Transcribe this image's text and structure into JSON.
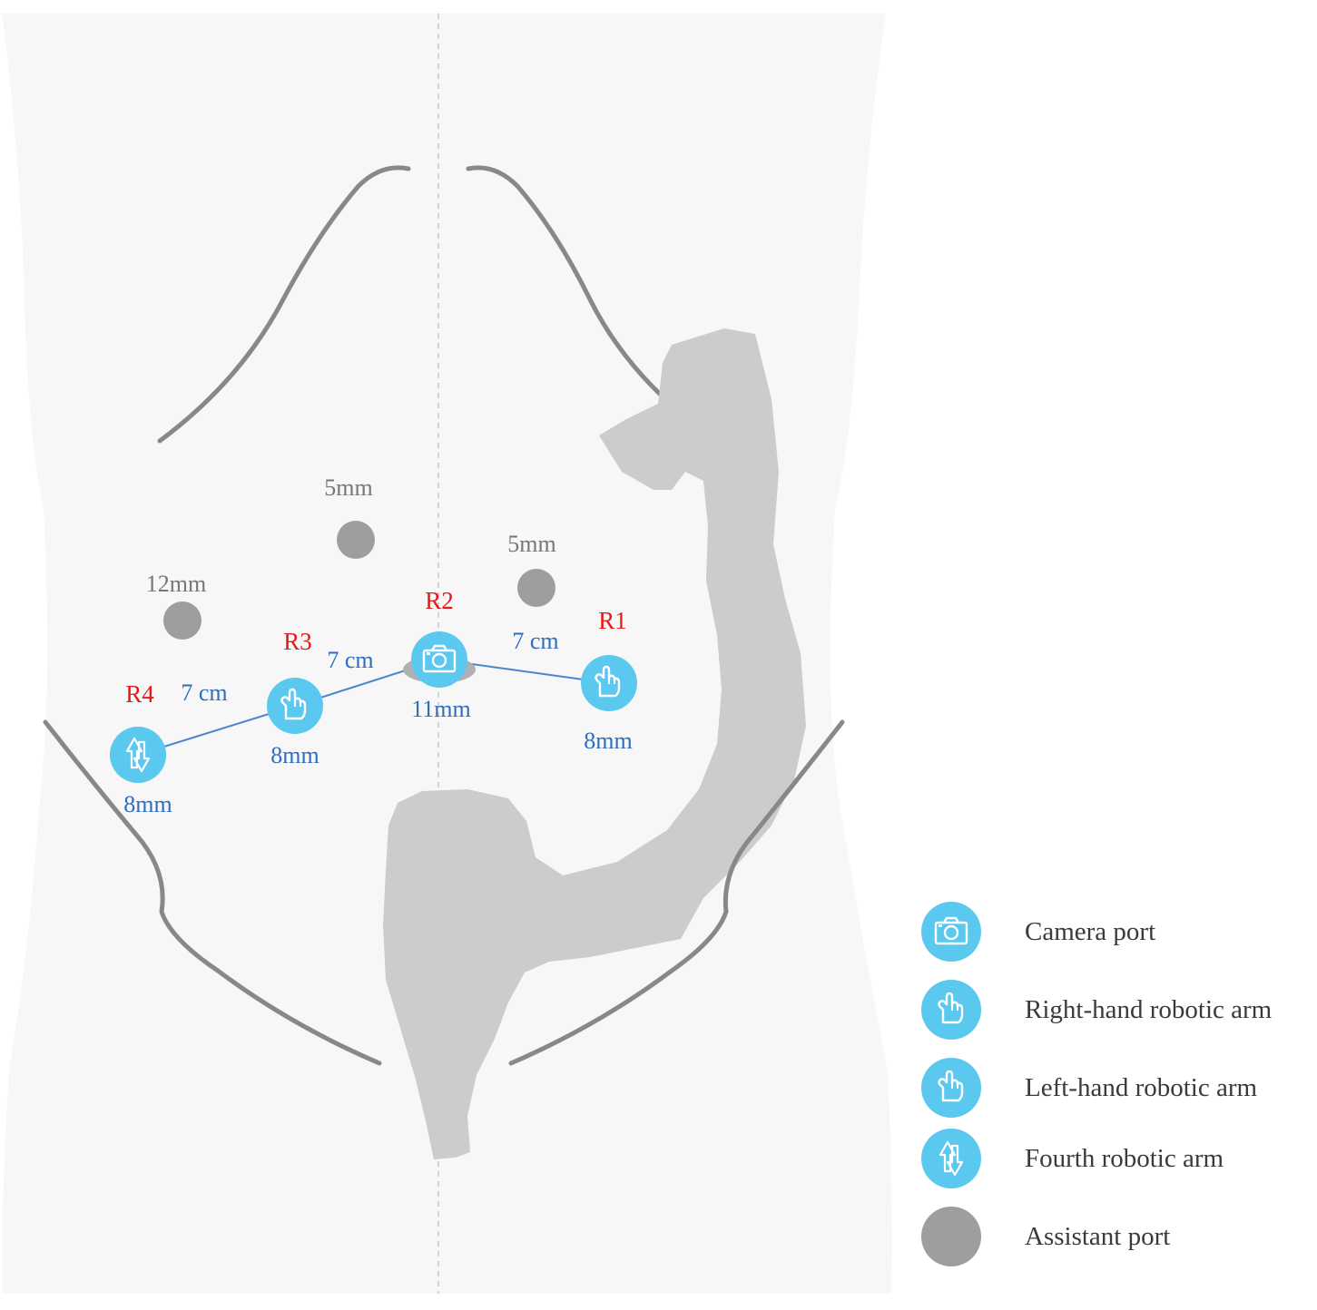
{
  "colors": {
    "body_bg": "#f7f7f7",
    "outline": "#888888",
    "colon": "#cccccc",
    "port_blue": "#5bc8f0",
    "line_blue": "#4a86d0",
    "label_red": "#e81818",
    "distance_blue": "#2f6dc0",
    "assistant_gray": "#9e9e9e",
    "size_gray": "#777777"
  },
  "robotic_ports": [
    {
      "id": "R1",
      "label": "R1",
      "size": "8mm",
      "icon": "hand-icon"
    },
    {
      "id": "R2",
      "label": "R2",
      "size": "11mm",
      "icon": "camera-icon"
    },
    {
      "id": "R3",
      "label": "R3",
      "size": "8mm",
      "icon": "hand-icon"
    },
    {
      "id": "R4",
      "label": "R4",
      "size": "8mm",
      "icon": "updown-arrow-icon"
    }
  ],
  "distances": [
    "7 cm",
    "7 cm",
    "7 cm"
  ],
  "assistant_ports": [
    {
      "size": "5mm"
    },
    {
      "size": "5mm"
    },
    {
      "size": "12mm"
    }
  ],
  "legend": [
    {
      "label": "Camera port",
      "icon": "camera-icon"
    },
    {
      "label": "Right-hand robotic arm",
      "icon": "hand-icon"
    },
    {
      "label": "Left-hand robotic arm",
      "icon": "hand-icon"
    },
    {
      "label": "Fourth robotic arm",
      "icon": "updown-arrow-icon"
    },
    {
      "label": "Assistant port",
      "icon": "gray-circle"
    }
  ]
}
